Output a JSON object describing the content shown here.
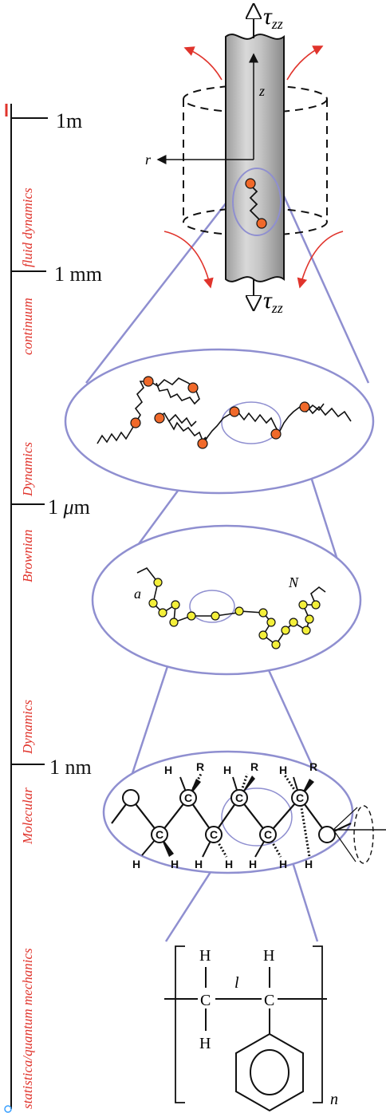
{
  "scale_labels": {
    "m": "1m",
    "mm": "1 mm",
    "um_pre": "1 ",
    "um_mu": "μ",
    "um_post": "m",
    "nm": "1 nm"
  },
  "regimes": {
    "fluid": "fluid dynamics",
    "continuum": "continuum",
    "dynamics1": "Dynamics",
    "brownian": "Brownian",
    "dynamics2": "Dynamics",
    "molecular": "Molecular",
    "stat": "statistica/quantum  mechanics"
  },
  "cylinder": {
    "tau": "τ",
    "tau_sub": "zz",
    "z_label": "z",
    "r_label": "r"
  },
  "bead_chain": {
    "a_label": "a",
    "N_label": "N"
  },
  "atoms": {
    "H": "H",
    "R": "R",
    "C": "C"
  },
  "monomer": {
    "H": "H",
    "C": "C",
    "l_label": "l",
    "n_label": "n"
  },
  "colors": {
    "regime_red": "#e0342c",
    "zoom_cone": "#8f8fd0",
    "bead_orange": "#f0692a",
    "bead_yellow": "#f3ef3a",
    "rod_gray": "#bcbcbc"
  }
}
